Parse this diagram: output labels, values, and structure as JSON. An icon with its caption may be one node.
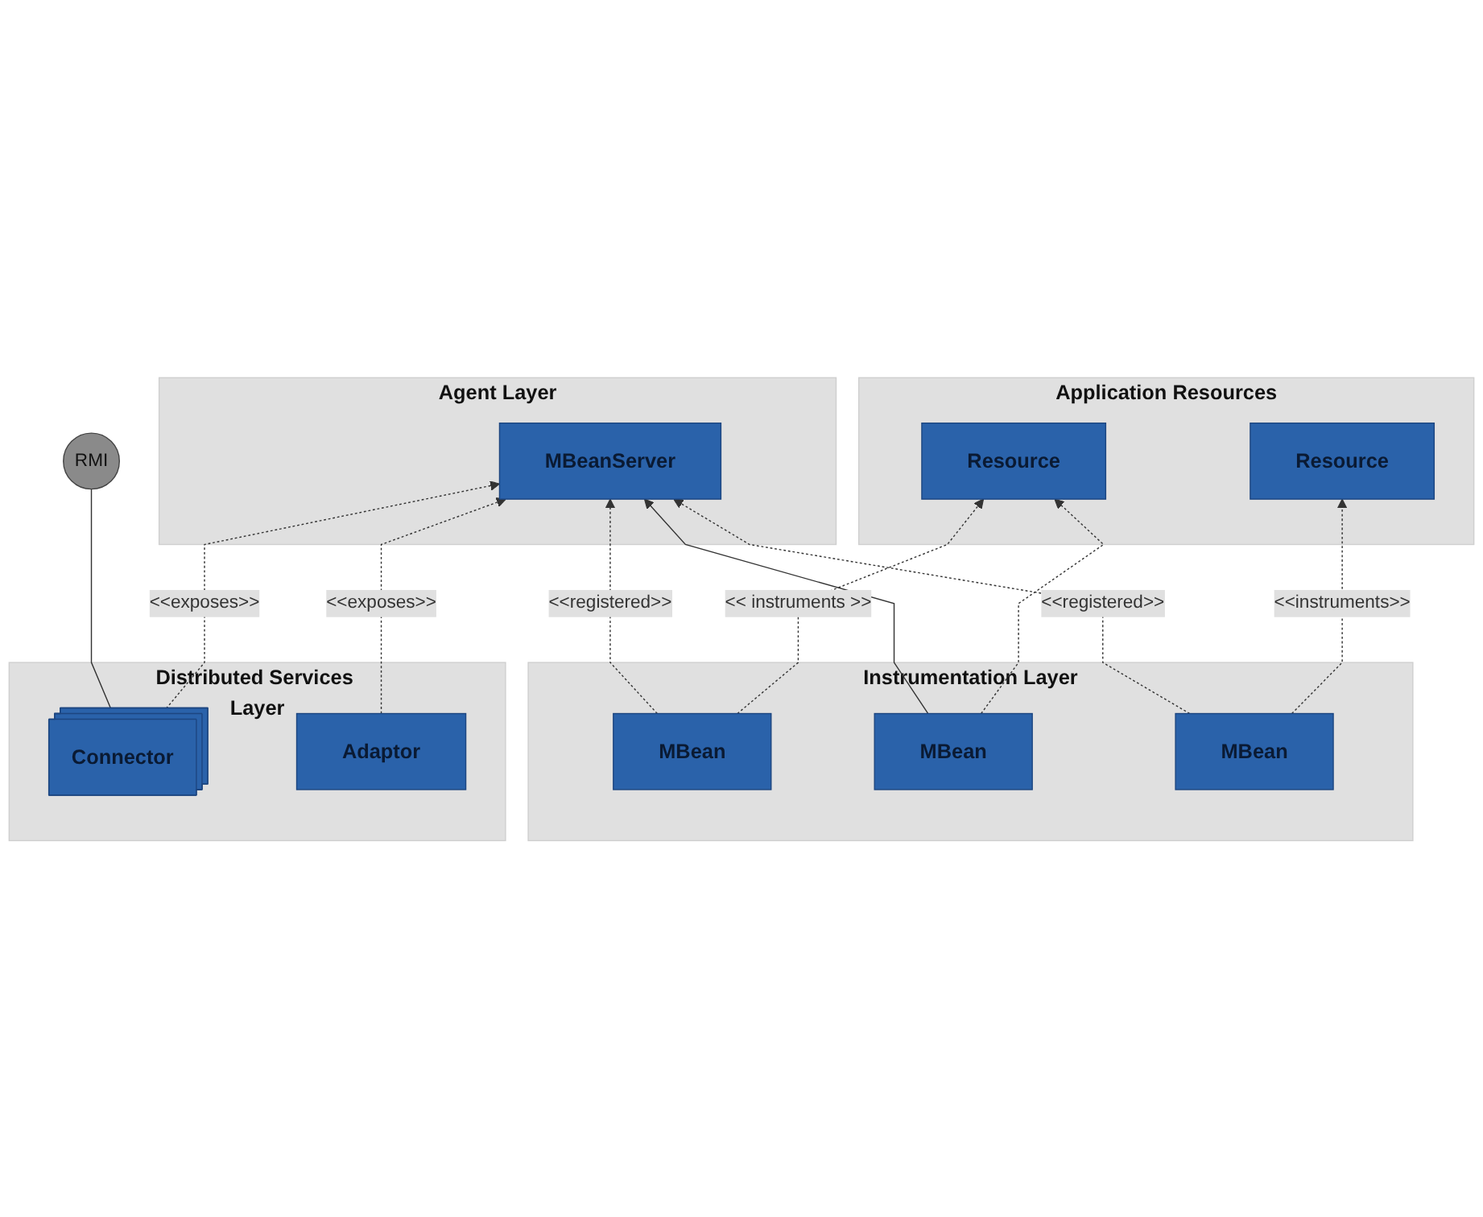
{
  "diagram": {
    "nodes": [
      {
        "text": [
          "Application Resources"
        ]
      },
      {
        "text": [
          "Resource"
        ],
        "in": 0
      },
      {
        "text": [
          "Resource"
        ],
        "in": 0
      },
      {
        "text": [
          "Instrumentation Layer"
        ]
      },
      {
        "text": [
          "MBean"
        ],
        "in": 3
      },
      {
        "text": [
          "MBean"
        ],
        "in": 3
      },
      {
        "text": [
          "MBean"
        ],
        "in": 3
      },
      {
        "text": [
          "Agent Layer"
        ]
      },
      {
        "text": [
          "MBeanServer"
        ],
        "in": 7
      },
      {
        "text": [
          "Distributed Services Layer"
        ]
      },
      {
        "text": [
          "Connector"
        ],
        "in": 9
      },
      {
        "text": [
          "Adaptor"
        ],
        "in": 9
      },
      {
        "text": [
          "RMI"
        ]
      }
    ],
    "edges": [
      {
        "from": 4,
        "to": 1,
        "arrow": "to",
        "label": "<< instruments >>",
        "style": "dashed"
      },
      {
        "from": 5,
        "to": 1,
        "arrow": "to",
        "style": "dashed"
      },
      {
        "from": 6,
        "to": 2,
        "arrow": "to",
        "label": "<<instruments>>",
        "style": "dashed"
      },
      {
        "from": 4,
        "to": 8,
        "arrow": "to",
        "label": "<<registered>>",
        "style": "dashed"
      },
      {
        "from": 5,
        "to": 8,
        "arrow": "to"
      },
      {
        "from": 6,
        "to": 8,
        "arrow": "to",
        "label": "<<registered>>",
        "style": "dashed"
      },
      {
        "from": 10,
        "to": 8,
        "arrow": "to",
        "label": "<<exposes>>",
        "style": "dashed"
      },
      {
        "from": 11,
        "to": 8,
        "arrow": "to",
        "label": "<<exposes>>",
        "style": "dashed"
      },
      {
        "from": 10,
        "to": 12,
        "arrow": "none"
      }
    ]
  }
}
